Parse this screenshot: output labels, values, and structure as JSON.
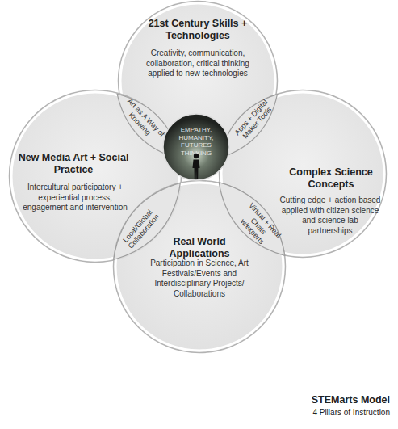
{
  "diagram": {
    "title": "STEMarts Model",
    "caption": "4 Pillars of Instruction",
    "nodes": [
      {
        "text": [
          "21st Century Skills + Technologies",
          "Creativity, communication, collaboration, critical thinking applied to new technologies"
        ]
      },
      {
        "text": [
          "New Media Art + Social Practice",
          "Intercultural participatory + experiential process, engagement and intervention"
        ]
      },
      {
        "text": [
          "Complex Science Concepts",
          "Cutting edge + action based applied with citizen science and science lab partnerships"
        ]
      },
      {
        "text": [
          "Real World Applications",
          "Participation in Science, Art Festivals/Events and Interdisciplinary Projects/ Collaborations"
        ]
      },
      {
        "text": [
          "Art as A Way of Knowing"
        ]
      },
      {
        "text": [
          "Apps + Digital Maker Tools"
        ]
      },
      {
        "text": [
          "Local/Global Collaboration"
        ]
      },
      {
        "text": [
          "Virtual + Real Chats w/experts"
        ]
      },
      {
        "text": [
          "EMPATHY, HUMANITY, FUTURES THINKING"
        ]
      }
    ]
  }
}
